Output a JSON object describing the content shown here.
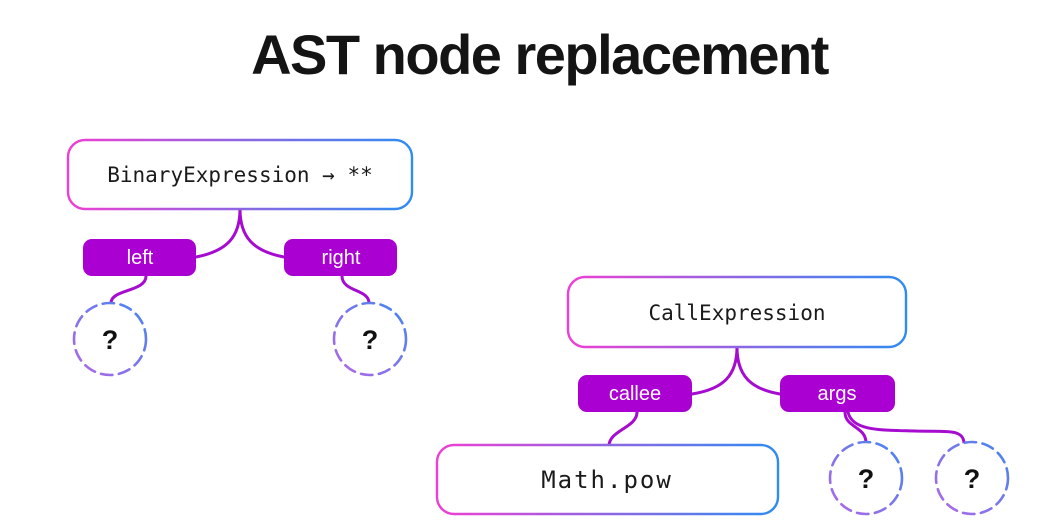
{
  "title": "AST node replacement",
  "colors": {
    "background": "#ffffff",
    "title_text": "#141414",
    "node_border_pink": "#ee3fd2",
    "node_border_blue": "#2e8cf2",
    "node_fill": "#ffffff",
    "node_text": "#1a1a1a",
    "edge_stroke": "#a60bd0",
    "label_bg": "#aa00d2",
    "label_text": "#ffffff",
    "leaf_border_purple": "#b466e6",
    "leaf_border_blue": "#4287f0",
    "leaf_text": "#111111"
  },
  "trees": [
    {
      "name": "binary-expression-tree",
      "root_label": "BinaryExpression → **",
      "edge_labels": [
        "left",
        "right"
      ],
      "leaf_placeholders": [
        "?",
        "?"
      ]
    },
    {
      "name": "call-expression-tree",
      "root_label": "CallExpression",
      "edge_labels": [
        "callee",
        "args"
      ],
      "child_node_label": "Math.pow",
      "leaf_placeholders": [
        "?",
        "?"
      ]
    }
  ]
}
